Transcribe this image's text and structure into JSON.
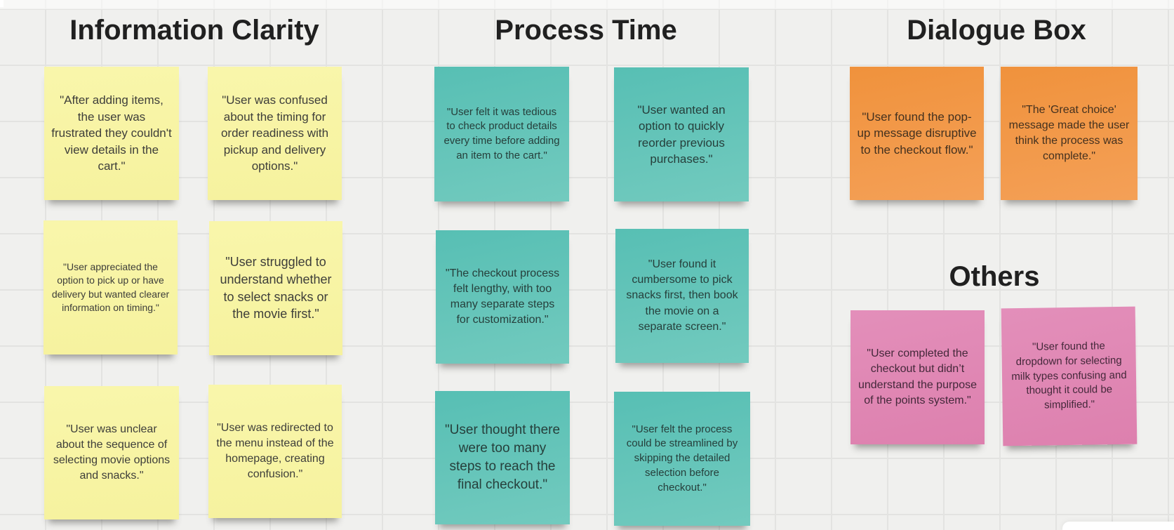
{
  "board": {
    "colors": {
      "background": "#f0f0ee",
      "grid_line": "#e3e3e1",
      "heading_text": "#202020",
      "yellow_note": "#f7f4a4",
      "teal_note": "#5ec2b7",
      "orange_note": "#f2953f",
      "pink_note": "#e289b6"
    },
    "columns": [
      {
        "id": "information-clarity",
        "title": "Information Clarity"
      },
      {
        "id": "process-time",
        "title": "Process Time"
      },
      {
        "id": "dialogue-box",
        "title": "Dialogue Box"
      },
      {
        "id": "others",
        "title": "Others"
      }
    ],
    "notes": {
      "y1": {
        "group": "Information Clarity",
        "color": "yellow",
        "text": "\"After adding items, the user was frustrated they couldn't view details in the cart.\""
      },
      "y2": {
        "group": "Information Clarity",
        "color": "yellow",
        "text": "\"User was confused about the timing for order readiness with pickup and delivery options.\""
      },
      "y3": {
        "group": "Information Clarity",
        "color": "yellow",
        "text": "\"User appreciated the option to pick up or have delivery but wanted clearer information on timing.\""
      },
      "y4": {
        "group": "Information Clarity",
        "color": "yellow",
        "text": "\"User struggled to understand whether to select snacks or the movie first.\""
      },
      "y5": {
        "group": "Information Clarity",
        "color": "yellow",
        "text": "\"User was unclear about the sequence of selecting movie options and snacks.\""
      },
      "y6": {
        "group": "Information Clarity",
        "color": "yellow",
        "text": "\"User was redirected to the menu instead of the homepage, creating confusion.\""
      },
      "t1": {
        "group": "Process Time",
        "color": "teal",
        "text": "\"User felt it was tedious to check product details every time before adding an item to the cart.\""
      },
      "t2": {
        "group": "Process Time",
        "color": "teal",
        "text": "\"User wanted an option to quickly reorder previous purchases.\""
      },
      "t3": {
        "group": "Process Time",
        "color": "teal",
        "text": "\"The checkout process felt lengthy, with too many separate steps for customization.\""
      },
      "t4": {
        "group": "Process Time",
        "color": "teal",
        "text": "\"User found it cumbersome to pick snacks first, then book the movie on a separate screen.\""
      },
      "t5": {
        "group": "Process Time",
        "color": "teal",
        "text": "\"User thought there were too many steps to reach the final checkout.\""
      },
      "t6": {
        "group": "Process Time",
        "color": "teal",
        "text": "\"User felt the process could be streamlined by skipping the detailed selection before checkout.\""
      },
      "o1": {
        "group": "Dialogue Box",
        "color": "orange",
        "text": "\"User found the pop-up message disruptive to the checkout flow.\""
      },
      "o2": {
        "group": "Dialogue Box",
        "color": "orange",
        "text": "\"The 'Great choice' message made the user think the process was complete.\""
      },
      "p1": {
        "group": "Others",
        "color": "pink",
        "text": "\"User completed the checkout but didn’t understand the purpose of the points system.\""
      },
      "p2": {
        "group": "Others",
        "color": "pink",
        "text": "\"User found the dropdown for selecting milk types confusing and thought it could be simplified.\""
      }
    }
  }
}
